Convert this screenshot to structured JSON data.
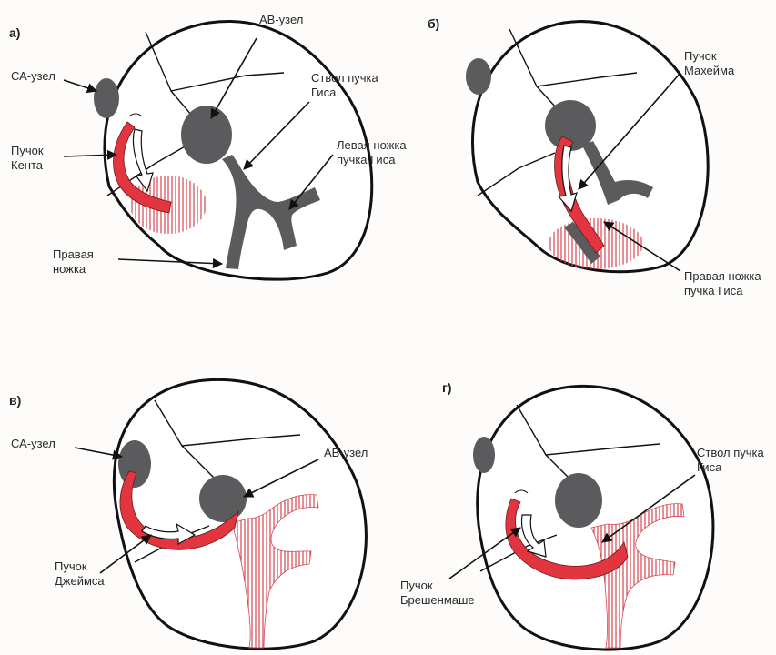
{
  "colors": {
    "node": "#5b5b5d",
    "bundle": "#e2353f",
    "hatch": "#e0606a",
    "outline": "#111111",
    "arrow_fill": "#ffffff"
  },
  "panels": {
    "a": {
      "letter": "а)",
      "av_node": "АВ-узел",
      "sa_node": "СА-узел",
      "his_trunk": "Ствол пучка\nГиса",
      "kent": "Пучок\nКента",
      "left_branch": "Левая ножка\nпучка Гиса",
      "right_branch": "Правая\nножка"
    },
    "b": {
      "letter": "б)",
      "mahaim": "Пучок\nМахейма",
      "right_branch": "Правая ножка\nпучка Гиса"
    },
    "v": {
      "letter": "в)",
      "sa_node": "СА-узел",
      "av_node": "АВ-узел",
      "james": "Пучок\nДжеймса"
    },
    "g": {
      "letter": "г)",
      "his_trunk": "Ствол пучка\nГиса",
      "brechenmacher": "Пучок\nБрешенмаше"
    }
  }
}
